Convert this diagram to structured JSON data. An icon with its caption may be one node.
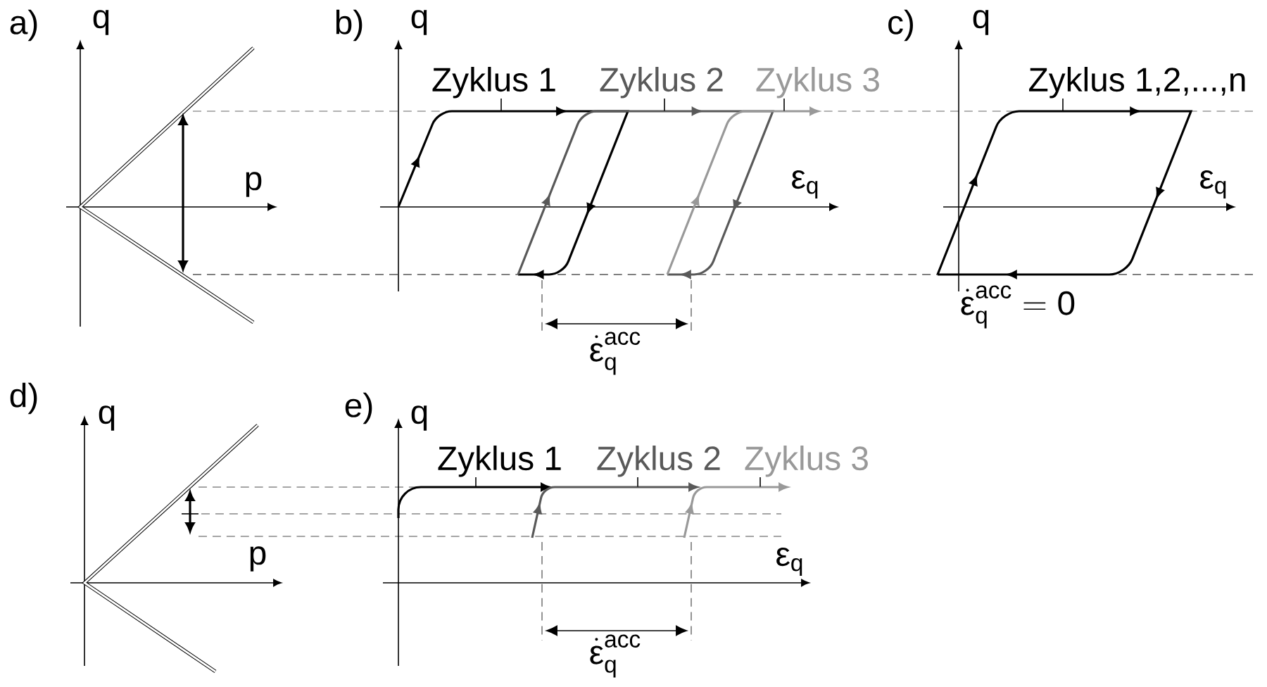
{
  "diagram": {
    "nodes": [
      {
        "text": [
          "Zyklus 1"
        ]
      },
      {
        "text": [
          "Zyklus 2"
        ]
      },
      {
        "text": [
          "Zyklus 3"
        ]
      },
      {
        "text": [
          "Zyklus 1,2,...,n"
        ]
      },
      {
        "text": [
          "Zyklus 1"
        ]
      },
      {
        "text": [
          "Zyklus 2"
        ]
      },
      {
        "text": [
          "Zyklus 3"
        ]
      },
      {
        "text": [],
        "shape": "curve"
      },
      {
        "text": [],
        "shape": "curve"
      },
      {
        "text": [],
        "shape": "curve"
      },
      {
        "text": [],
        "shape": "curve"
      },
      {
        "text": [],
        "shape": "curve"
      },
      {
        "text": [],
        "shape": "curve"
      },
      {
        "text": [],
        "shape": "curve"
      }
    ],
    "edges": [
      {
        "from": 0,
        "to": 7,
        "arrow": "none"
      },
      {
        "from": 1,
        "to": 8,
        "arrow": "none"
      },
      {
        "from": 2,
        "to": 9,
        "arrow": "none"
      },
      {
        "from": 3,
        "to": 10,
        "arrow": "none"
      },
      {
        "from": 4,
        "to": 11,
        "arrow": "none"
      },
      {
        "from": 5,
        "to": 12,
        "arrow": "none"
      },
      {
        "from": 6,
        "to": 13,
        "arrow": "none"
      }
    ],
    "labels": [
      "a)",
      "q",
      "p",
      "b)",
      "q",
      "\\text{ε}_{\\text{q}}",
      "\\dot{\\text{ε}}_{\\text{q}}^{\\text{acc}}",
      "c)",
      "q",
      "\\text{ε}_{\\text{q}}",
      "\\dot{\\text{ε}}_{\\text{q}}^{\\text{acc}} = \\text{0}",
      "d)",
      "q",
      "p",
      "e)",
      "q",
      "\\text{ε}_{\\text{q}}",
      "\\dot{\\text{ε}}_{\\text{q}}^{\\text{acc}}"
    ]
  }
}
